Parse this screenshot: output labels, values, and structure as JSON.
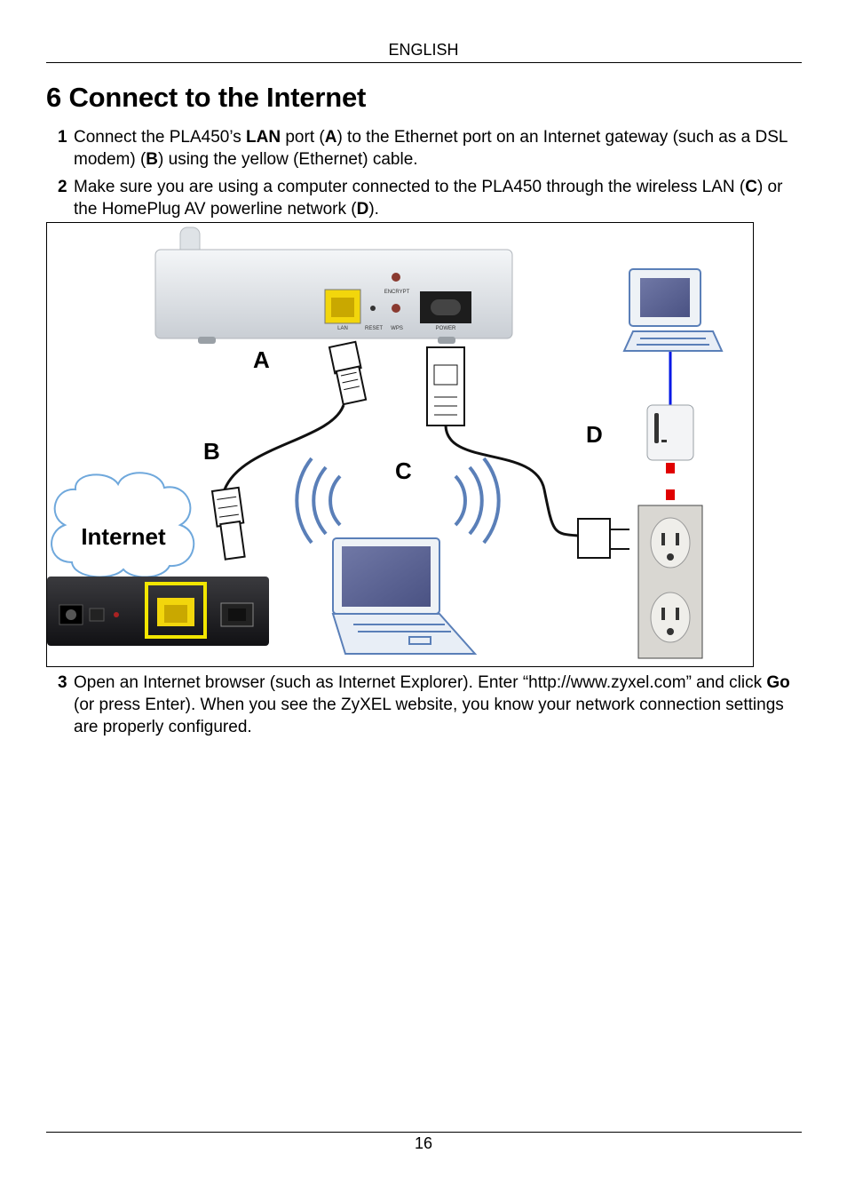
{
  "header": {
    "language": "ENGLISH"
  },
  "title": "6 Connect to the Internet",
  "steps": [
    {
      "number": "1",
      "parts": [
        "Connect the PLA450’s ",
        "LAN",
        " port (",
        "A",
        ") to the Ethernet port on an Internet gateway (such as a DSL modem) (",
        "B",
        ") using the yellow (Ethernet) cable."
      ]
    },
    {
      "number": "2",
      "parts": [
        "Make sure you are using a computer connected to the PLA450 through the wireless LAN (",
        "C",
        ") or the HomePlug AV powerline network (",
        "D",
        ")."
      ]
    },
    {
      "number": "3",
      "parts": [
        "Open an Internet browser (such as Internet Explorer). Enter “http://www.zyxel.com” and click ",
        "Go",
        " (or press Enter). When you see the ZyXEL website, you know your network connection settings are properly configured."
      ]
    }
  ],
  "figure": {
    "labels": {
      "a": "A",
      "b": "B",
      "c": "C",
      "d": "D",
      "internet": "Internet"
    },
    "device_ports": {
      "lan": "LAN",
      "reset": "RESET",
      "wps": "WPS",
      "encrypt": "ENCRYPT",
      "power": "POWER"
    },
    "colors": {
      "ethernet": "#f2d60c",
      "wired_lan": "#0018e6",
      "powerline": "#e00000",
      "highlight": "#f2e600"
    }
  },
  "footer": {
    "page_number": "16"
  }
}
